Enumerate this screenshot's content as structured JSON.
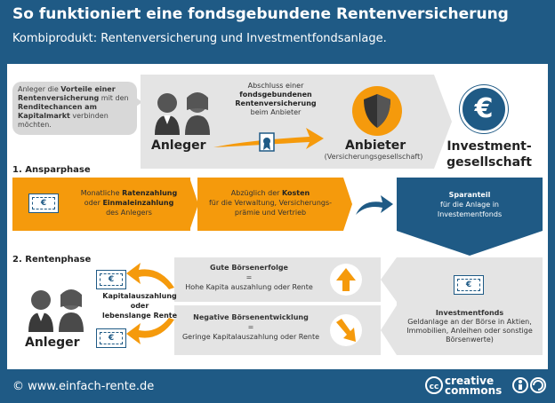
{
  "header": {
    "title": "So funktioniert eine fondsgebundene Rentenversicherung",
    "subtitle": "Kombiprodukt: Rentenversicherung und Investmentfondsanlage."
  },
  "speech": {
    "pre": "Anleger die ",
    "bold1": "Vorteile einer Rentenversicherung",
    "mid": " mit den ",
    "bold2": "Renditechancen am Kapitalmarkt",
    "post": " verbinden möchten."
  },
  "top": {
    "anleger_label": "Anleger",
    "abschluss_pre": "Abschluss einer",
    "abschluss_bold": "fondsgebundenen Rentenversicherung",
    "abschluss_post": "beim Anbieter",
    "anbieter_label": "Anbieter",
    "anbieter_sub": "(Versicherungsgesellschaft)",
    "euro_symbol": "€",
    "ig_label_1": "Investment-",
    "ig_label_2": "gesellschaft"
  },
  "phase1": {
    "label": "1. Ansparphase",
    "rate_pre": "Monatliche ",
    "rate_bold1": "Ratenzahlung",
    "rate_mid": "oder ",
    "rate_bold2": "Einmaleinzahlung",
    "rate_post": "des Anlegers",
    "cost_pre": "Abzüglich der ",
    "cost_bold": "Kosten",
    "cost_post": "für die Verwaltung, Versicherungs-prämie und Vertrieb",
    "spar_bold": "Sparanteil",
    "spar_line1": "für die Anlage in",
    "spar_line2": "Investementfonds"
  },
  "phase2": {
    "label": "2. Rentenphase",
    "gut_title": "Gute Börsenerfolge",
    "gut_eq": "=",
    "gut_text": "Hohe Kapita auszahlung oder Rente",
    "neg_title": "Negative Börsenentwicklung",
    "neg_eq": "=",
    "neg_text": "Geringe Kapitalauszahlung oder Rente",
    "fonds_title": "Investmentfonds",
    "fonds_text": "Geldanlage an der Börse in Aktien, Immobilien, Anleihen oder sonstige Börsenwerte)",
    "kap_1": "Kapitalauszahlung",
    "kap_2": "oder",
    "kap_3": "lebenslange Rente",
    "anleger_label": "Anleger"
  },
  "footer": {
    "url": "© www.einfach-rente.de",
    "cc_1": "creative",
    "cc_2": "commons"
  },
  "colors": {
    "navy": "#1f5a85",
    "orange": "#f59a0c",
    "grey": "#e4e4e4"
  }
}
